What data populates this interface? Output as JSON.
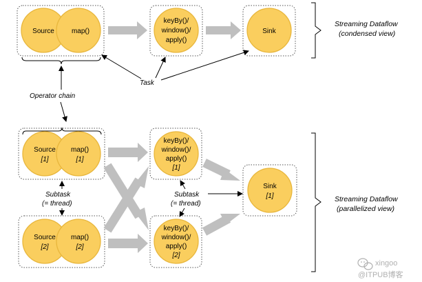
{
  "colors": {
    "node_fill": "#FACE5E",
    "node_stroke": "#E8B63C",
    "arrow_gray": "#BFBFBF",
    "line_black": "#000000",
    "box_dots": "#555555",
    "watermark": "#B0B0B0"
  },
  "condensed": {
    "source": "Source",
    "map": "map()",
    "keyby": [
      "keyBy()/",
      "window()/",
      "apply()"
    ],
    "sink": "Sink",
    "task_label": "Task",
    "view_title": "Streaming Dataflow",
    "view_subtitle": "(condensed view)"
  },
  "operator_chain_label": "Operator chain",
  "parallel": {
    "source_1": [
      "Source",
      "[1]"
    ],
    "map_1": [
      "map()",
      "[1]"
    ],
    "source_2": [
      "Source",
      "[2]"
    ],
    "map_2": [
      "map()",
      "[2]"
    ],
    "keyby_1": [
      "keyBy()/",
      "window()/",
      "apply()",
      "[1]"
    ],
    "keyby_2": [
      "keyBy()/",
      "window()/",
      "apply()",
      "[2]"
    ],
    "sink_1": [
      "Sink",
      "[1]"
    ],
    "subtask_left": [
      "Subtask",
      "(= thread)"
    ],
    "subtask_mid": [
      "Subtask",
      "(= thread)"
    ],
    "view_title": "Streaming Dataflow",
    "view_subtitle": "(parallelized view)"
  },
  "watermark": {
    "line1": "xingoo",
    "line2": "@ITPUB博客"
  }
}
